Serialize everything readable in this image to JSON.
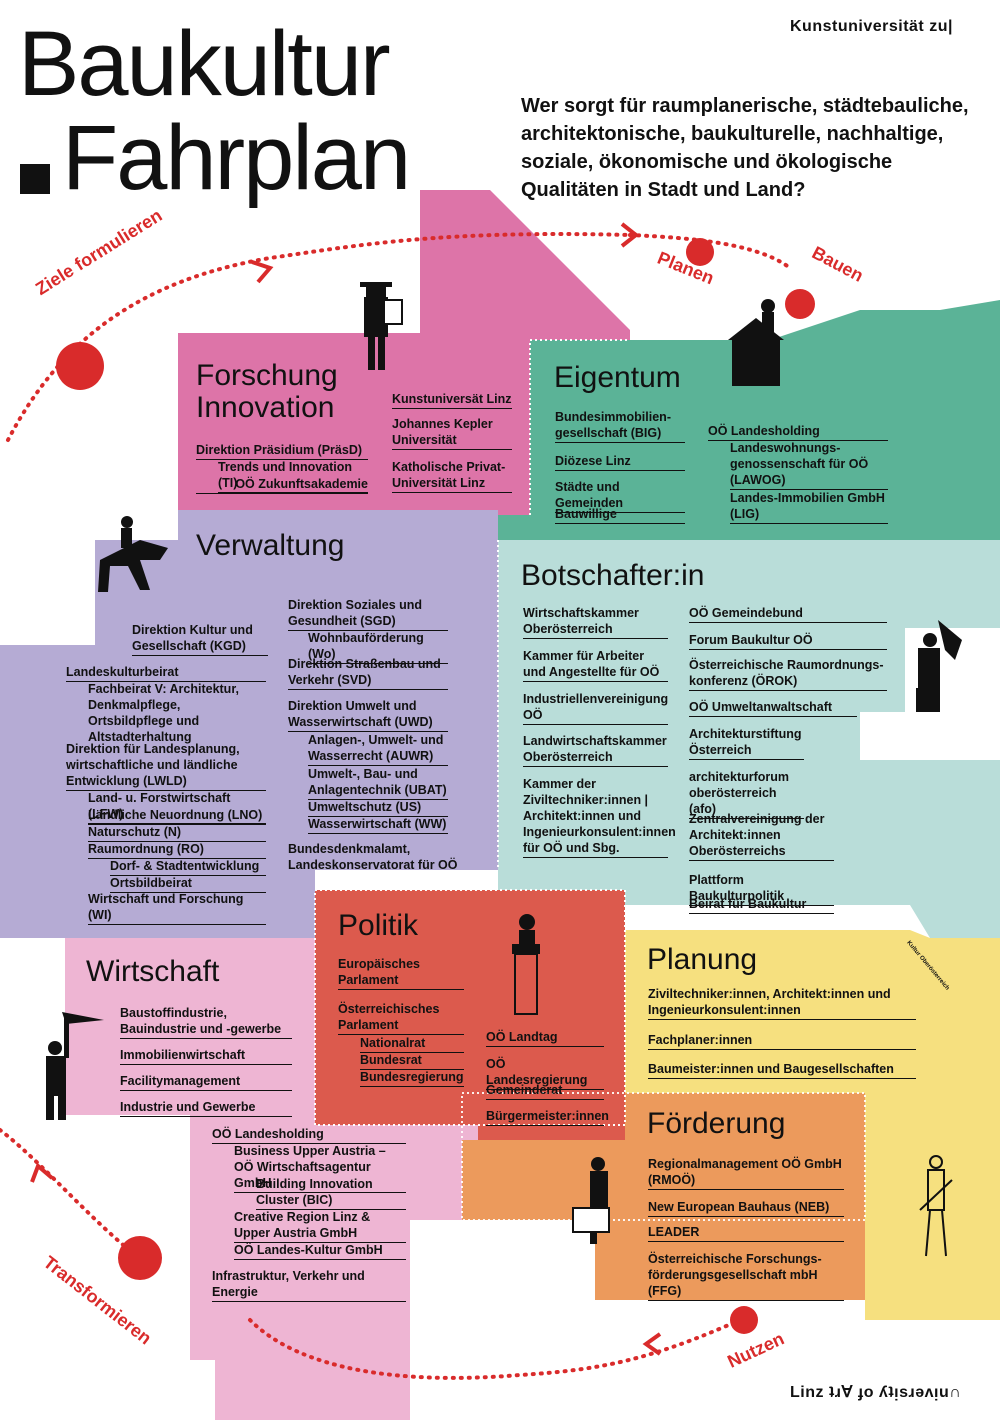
{
  "header": {
    "title_line1": "Baukultur",
    "title_line2": "Fahrplan",
    "question": "Wer sorgt für raumplanerische, städtebauliche, architektonische, baukulturelle, nachhaltige, soziale, ökonomische und ökologische Qualitäten in Stadt und Land?",
    "uni_top": "Kunstuniversität zu|",
    "uni_bottom": "Linz ʇɹ∀ ɟo ʎʇᴉsɹǝʌᴉu∩"
  },
  "cycle": {
    "ziele": "Ziele formulieren",
    "planen": "Planen",
    "bauen": "Bauen",
    "nutzen": "Nutzen",
    "transformieren": "Transformieren"
  },
  "colors": {
    "red": "#d92b2b",
    "forschung": "#dd74a8",
    "eigentum": "#5bb397",
    "verwaltung": "#b5abd4",
    "botschafter": "#b9ddd9",
    "politik": "#dc5a4d",
    "wirtschaft": "#eeb5d3",
    "planung": "#f6e07f",
    "foerderung": "#ec9a5c"
  },
  "sections": {
    "forschung": {
      "title": "Forschung Innovation",
      "left": [
        "Direktion Präsidium (PräsD)",
        "Trends und Innovation (TI)",
        "OÖ Zukunftsakademie"
      ],
      "right": [
        "Kunstuniversät Linz",
        "Johannes Kepler Universität",
        "Katholische Privat-Universität Linz"
      ]
    },
    "eigentum": {
      "title": "Eigentum",
      "left": [
        "Bundesimmobilien-gesellschaft (BIG)",
        "Diözese Linz",
        "Städte und Gemeinden",
        "Bauwillige"
      ],
      "right": [
        "OÖ Landesholding",
        "Landeswohnungs-genossenschaft für OÖ (LAWOG)",
        "Landes-Immobilien GmbH (LIG)"
      ]
    },
    "verwaltung": {
      "title": "Verwaltung",
      "left": [
        "Direktion Kultur und Gesellschaft (KGD)",
        "Landeskulturbeirat",
        "Fachbeirat V: Architektur, Denkmalpflege, Ortsbildpflege und Altstadterhaltung",
        "Direktion für Landesplanung, wirtschaftliche und ländliche Entwicklung (LWLD)",
        "Land- u. Forstwirtschaft (LFW)",
        "Ländliche Neuordnung (LNO)",
        "Naturschutz (N)",
        "Raumordnung (RO)",
        "Dorf- & Stadtentwicklung",
        "Ortsbildbeirat",
        "Wirtschaft und Forschung (WI)"
      ],
      "right": [
        "Direktion Soziales und Gesundheit (SGD)",
        "Wohnbauförderung (Wo)",
        "Direktion Straßenbau und Verkehr (SVD)",
        "Direktion Umwelt und Wasserwirtschaft (UWD)",
        "Anlagen-, Umwelt- und Wasserrecht (AUWR)",
        "Umwelt-, Bau- und Anlagentechnik (UBAT)",
        "Umweltschutz (US)",
        "Wasserwirtschaft (WW)",
        "Bundesdenkmalamt, Landeskonservatorat für OÖ"
      ]
    },
    "botschafter": {
      "title": "Botschafter:in",
      "left": [
        "Wirtschaftskammer Oberösterreich",
        "Kammer für Arbeiter und Angestellte für OÖ",
        "Industriellenvereinigung OÖ",
        "Landwirtschaftskammer Oberösterreich",
        "Kammer der Ziviltechniker:innen | Architekt:innen und Ingenieurkonsulent:innen für OÖ und Sbg."
      ],
      "right": [
        "OÖ Gemeindebund",
        "Forum Baukultur OÖ",
        "Österreichische Raumordnungs-konferenz (ÖROK)",
        "OÖ Umweltanwaltschaft",
        "Architekturstiftung Österreich",
        "architekturforum oberösterreich (afo)",
        "Zentralvereinigung der Architekt:innen Oberösterreichs",
        "Plattform Baukulturpolitik",
        "Beirat für Baukultur"
      ],
      "small": "Kultur Oberösterreich"
    },
    "politik": {
      "title": "Politik",
      "left": [
        "Europäisches Parlament",
        "Österreichisches Parlament",
        "Nationalrat",
        "Bundesrat",
        "Bundesregierung"
      ],
      "right": [
        "OÖ Landtag",
        "OÖ Landesregierung",
        "Gemeinderat",
        "Bürgermeister:innen"
      ]
    },
    "wirtschaft": {
      "title": "Wirtschaft",
      "top": [
        "Baustoffindustrie, Bauindustrie und -gewerbe",
        "Immobilienwirtschaft",
        "Facilitymanagement",
        "Industrie und Gewerbe"
      ],
      "bottom": [
        "OÖ Landesholding",
        "Business Upper Austria – OÖ Wirtschaftsagentur GmbH",
        "Building Innovation Cluster (BIC)",
        "Creative Region Linz & Upper Austria GmbH",
        "OÖ Landes-Kultur GmbH",
        "Infrastruktur, Verkehr und Energie"
      ]
    },
    "planung": {
      "title": "Planung",
      "items": [
        "Ziviltechniker:innen, Architekt:innen und Ingenieurkonsulent:innen",
        "Fachplaner:innen",
        "Baumeister:innen und Baugesellschaften"
      ]
    },
    "foerderung": {
      "title": "Förderung",
      "items": [
        "Regionalmanagement OÖ GmbH (RMOÖ)",
        "New European Bauhaus (NEB)",
        "LEADER",
        "Österreichische Forschungs-förderungsgesellschaft mbH (FFG)"
      ]
    }
  },
  "icons": {
    "reader": "reader-figure-icon",
    "house": "house-figure-icon",
    "rider": "horse-rider-icon",
    "angel": "winged-figure-icon",
    "speaker": "speaker-podium-icon",
    "statue": "statue-torch-icon",
    "briefcase": "euro-briefcase-icon",
    "skeleton": "sketch-figure-icon"
  }
}
